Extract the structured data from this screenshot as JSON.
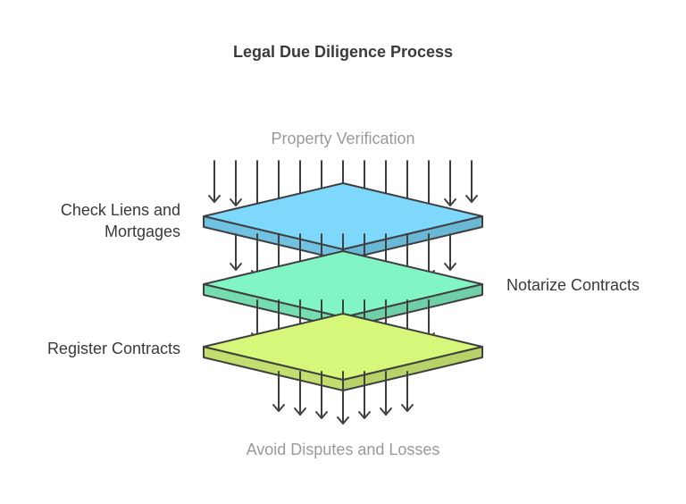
{
  "title": "Legal Due Diligence Process",
  "input_label": "Property Verification",
  "output_label": "Avoid Disputes and Losses",
  "layers": [
    {
      "label_lines": [
        "Check Liens and",
        "Mortgages"
      ],
      "side": "left",
      "color": "#7dd8fb"
    },
    {
      "label_lines": [
        "Notarize Contracts"
      ],
      "side": "right",
      "color": "#82f5c4"
    },
    {
      "label_lines": [
        "Register Contracts"
      ],
      "side": "left",
      "color": "#d6f77a"
    }
  ]
}
